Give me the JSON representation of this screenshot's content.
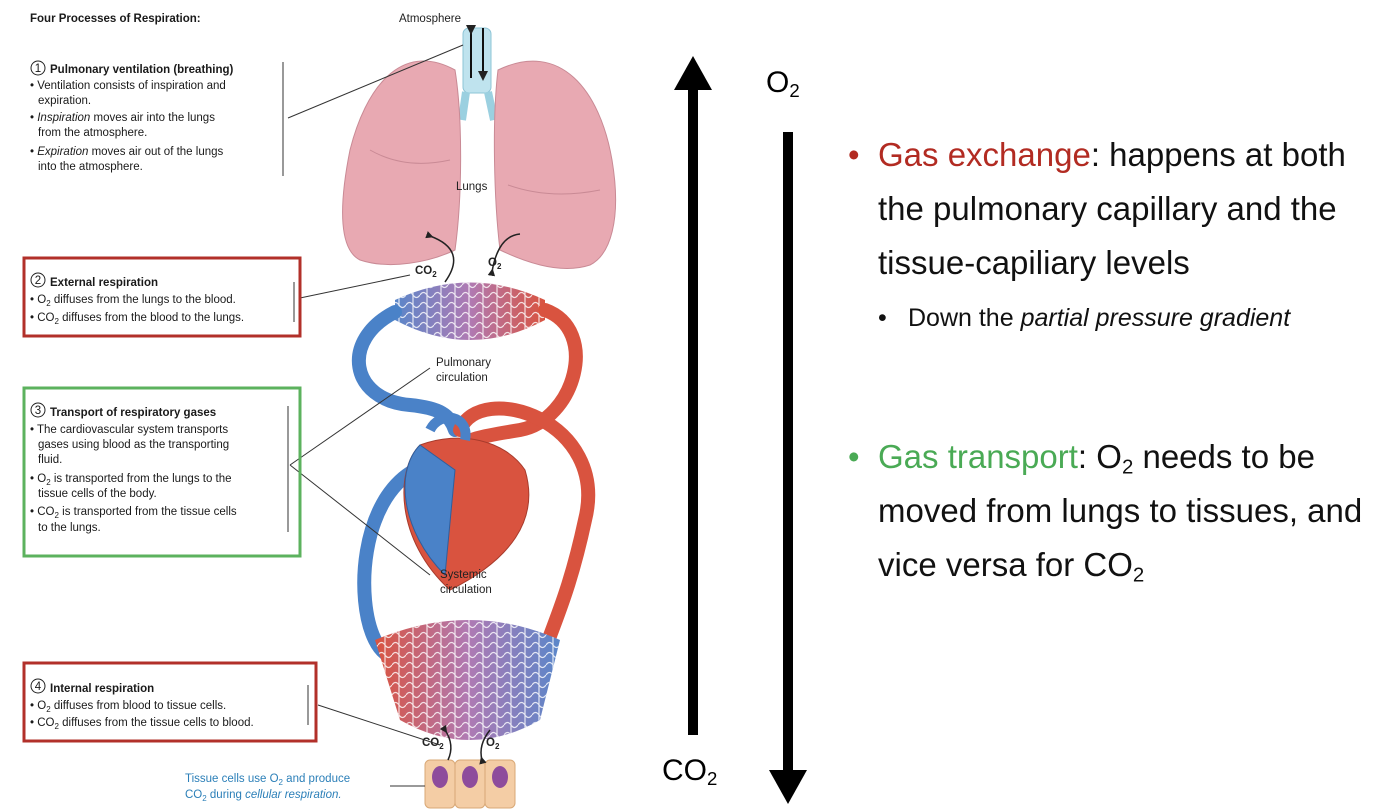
{
  "figure": {
    "title": "Four Processes of Respiration:",
    "atmosphere_label": "Atmosphere",
    "lungs_label": "Lungs",
    "pulmonary_circulation_label": [
      "Pulmonary",
      "circulation"
    ],
    "systemic_circulation_label": [
      "Systemic",
      "circulation"
    ],
    "co2_tag": "CO",
    "o2_tag": "O",
    "subscript_2": "2",
    "step1": {
      "number": "1",
      "heading": "Pulmonary ventilation (breathing)",
      "line1": "• Ventilation consists of inspiration and",
      "line2": "expiration.",
      "line3_em": "Inspiration",
      "line3_rest": " moves air into the lungs",
      "line4": "from the atmosphere.",
      "line5_em": "Expiration",
      "line5_rest": " moves air out of the lungs",
      "line6": "into the atmosphere.",
      "bullet": "• "
    },
    "step2": {
      "number": "2",
      "heading": "External respiration",
      "line1": " diffuses from the lungs to the blood.",
      "line2": " diffuses from the blood to the lungs."
    },
    "step3": {
      "number": "3",
      "heading": "Transport of respiratory gases",
      "line1": "• The cardiovascular system transports",
      "line2": "gases using blood as the transporting",
      "line3": "fluid.",
      "line4": " is transported from the lungs to the",
      "line5": "tissue cells of the body.",
      "line6": " is transported from the tissue cells",
      "line7": "to the lungs."
    },
    "step4": {
      "number": "4",
      "heading": "Internal respiration",
      "line1": " diffuses from blood to tissue cells.",
      "line2": " diffuses from the tissue cells to blood."
    },
    "tissue": {
      "line1a": "Tissue cells use O",
      "line1b": " and produce",
      "line2a": "CO",
      "line2b": " during ",
      "line2em": "cellular respiration."
    }
  },
  "gradient": {
    "top_label": "O",
    "bottom_label": "CO",
    "sub": "2"
  },
  "bullets": {
    "b1_red": "Gas exchange",
    "b1_rest": ": happens at both the pulmonary capillary and the tissue-capiliary levels",
    "b1_sub_pre": "Down the ",
    "b1_sub_em": "partial pressure gradient",
    "b2_green": "Gas transport",
    "b2_mid1": ": O",
    "b2_sub1": "2",
    "b2_mid2": " needs to be moved from lungs to tissues, and vice versa for CO",
    "b2_sub2": "2",
    "dot": "•"
  },
  "colors": {
    "red_box": "#b2302a",
    "green_box": "#5cb25e",
    "artery": "#d9533f",
    "vein": "#4a82c8",
    "lung": "#e8a9b2",
    "red_text": "#b22b22",
    "green_text": "#4aaa55"
  }
}
